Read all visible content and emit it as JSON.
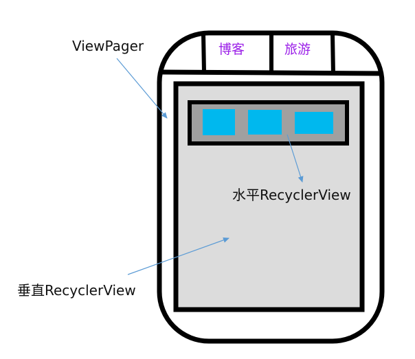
{
  "tabs": [
    {
      "label": "博客"
    },
    {
      "label": "旅游"
    }
  ],
  "labels": {
    "viewpager": "ViewPager",
    "horizontal": "水平RecyclerView",
    "vertical": "垂直RecyclerView"
  },
  "colors": {
    "tab_text": "#9b1fe8",
    "item": "#00b8ee",
    "horizontal_bg": "#a0a0a0",
    "vertical_bg": "#dcdcdc",
    "arrow": "#5b9bd5"
  }
}
